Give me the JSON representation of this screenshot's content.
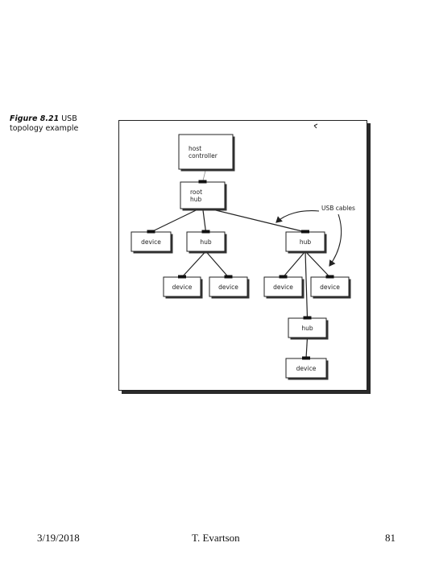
{
  "caption": {
    "figure_label": "Figure 8.21",
    "title_part1": "USB",
    "title_part2": "topology example"
  },
  "diagram": {
    "nodes": [
      {
        "id": "host",
        "lines": [
          "host",
          "controller"
        ]
      },
      {
        "id": "roothub",
        "lines": [
          "root",
          "hub"
        ]
      },
      {
        "id": "dev1",
        "lines": [
          "device"
        ]
      },
      {
        "id": "hub1",
        "lines": [
          "hub"
        ]
      },
      {
        "id": "hub2",
        "lines": [
          "hub"
        ]
      },
      {
        "id": "dev2",
        "lines": [
          "device"
        ]
      },
      {
        "id": "dev3",
        "lines": [
          "device"
        ]
      },
      {
        "id": "dev4",
        "lines": [
          "device"
        ]
      },
      {
        "id": "dev5",
        "lines": [
          "device"
        ]
      },
      {
        "id": "hub3",
        "lines": [
          "hub"
        ]
      },
      {
        "id": "dev6",
        "lines": [
          "device"
        ]
      }
    ],
    "edges": [
      [
        "host",
        "roothub"
      ],
      [
        "roothub",
        "dev1"
      ],
      [
        "roothub",
        "hub1"
      ],
      [
        "roothub",
        "hub2"
      ],
      [
        "hub1",
        "dev2"
      ],
      [
        "hub1",
        "dev3"
      ],
      [
        "hub2",
        "dev4"
      ],
      [
        "hub2",
        "dev5"
      ],
      [
        "hub2",
        "hub3"
      ],
      [
        "hub3",
        "dev6"
      ]
    ],
    "annotation": "USB cables"
  },
  "footer": {
    "date": "3/19/2018",
    "author": "T. Evartson",
    "page": "81"
  }
}
